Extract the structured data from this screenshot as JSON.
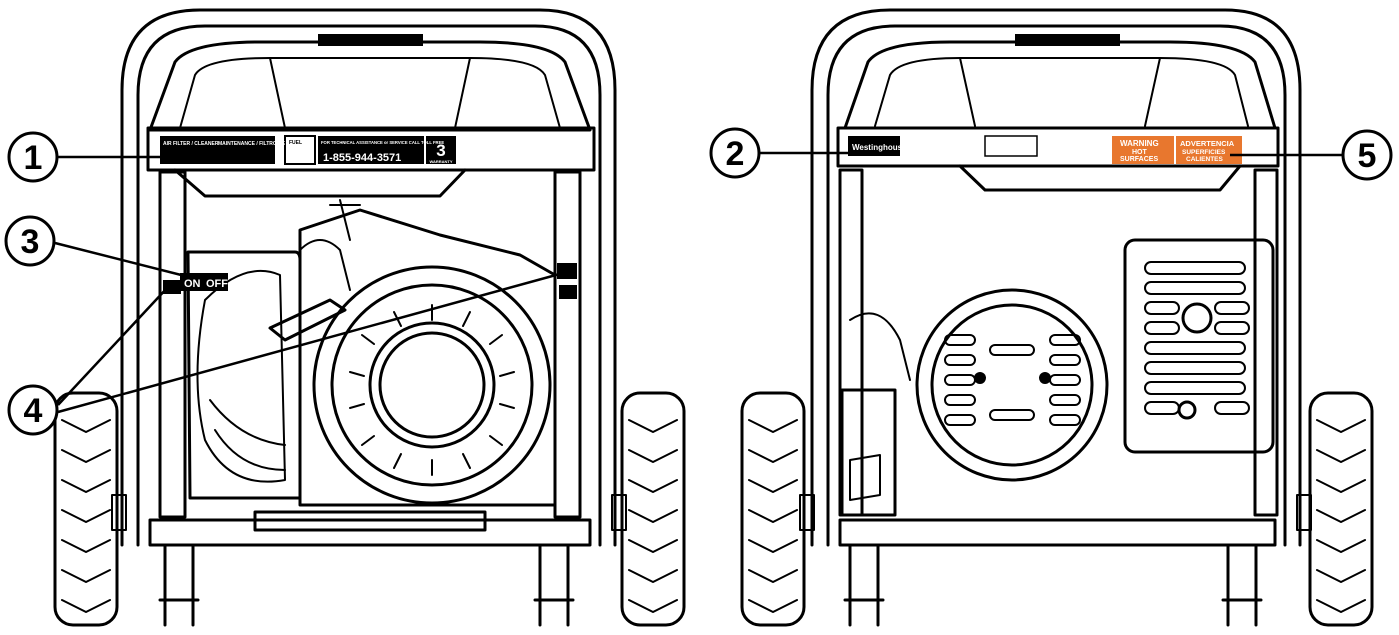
{
  "callouts": [
    {
      "number": "1"
    },
    {
      "number": "2"
    },
    {
      "number": "3"
    },
    {
      "number": "4"
    },
    {
      "number": "5"
    }
  ],
  "left_panel_label": {
    "air_cleaner": "AIR FILTER / CLEANER",
    "maintenance": "MAINTENANCE / FILTRO DE AIRE",
    "fuel": "FUEL",
    "assistance": "FOR TECHNICAL ASSISTANCE or SERVICE CALL TOLL FREE",
    "phone": "1-855-944-3571",
    "warranty_num": "3",
    "warranty_word": "WARRANTY"
  },
  "switch_label": {
    "on": "ON",
    "off": "OFF"
  },
  "right_panel_label": {
    "brand": "Westinghouse",
    "warning_title": "WARNING",
    "warning_line1": "HOT",
    "warning_line2": "SURFACES",
    "advertencia_title": "ADVERTENCIA",
    "advertencia_line1": "SUPERFICIES",
    "advertencia_line2": "CALIENTES"
  },
  "colors": {
    "line": "#000000",
    "background": "#ffffff",
    "warning_orange": "#e8772e"
  }
}
